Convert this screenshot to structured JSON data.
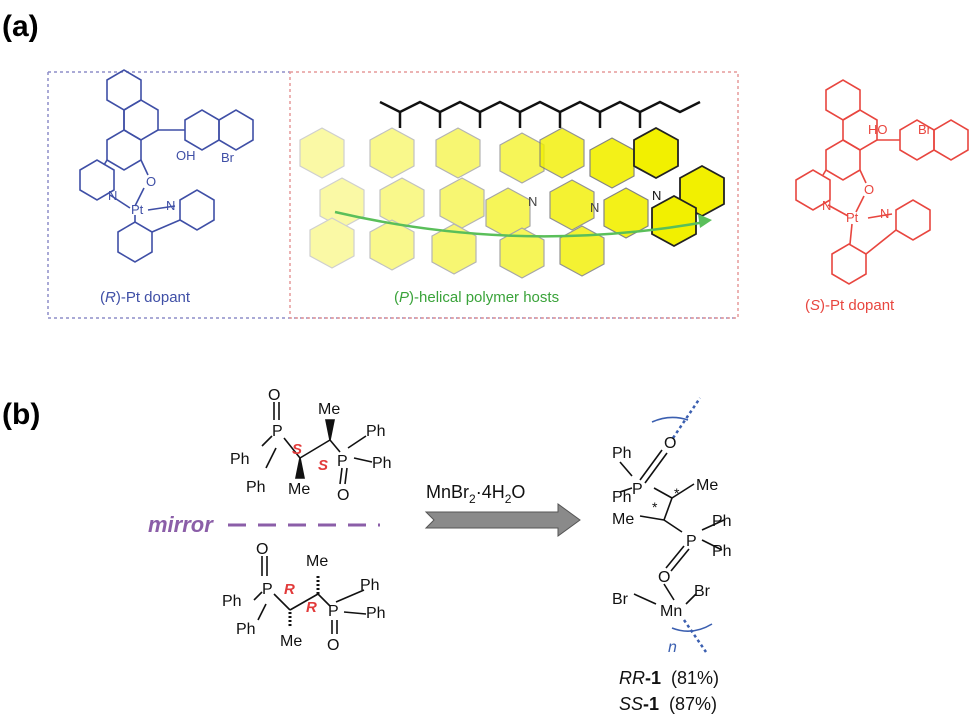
{
  "panel_a": {
    "label": "(a)",
    "left_dopant": {
      "prefix": "(",
      "config": "R",
      "suffix": ")-Pt dopant",
      "atoms": {
        "oh": "OH",
        "br": "Br",
        "o": "O",
        "pt": "Pt",
        "n1": "N",
        "n2": "N"
      }
    },
    "host": {
      "prefix": "(",
      "config": "P",
      "suffix": ")-helical polymer hosts",
      "n_atom": "N"
    },
    "right_dopant": {
      "prefix": "(",
      "config": "S",
      "suffix": ")-Pt dopant",
      "atoms": {
        "ho": "HO",
        "br": "Br",
        "o": "O",
        "pt": "Pt",
        "n1": "N",
        "n2": "N"
      }
    },
    "colors": {
      "left": "#3f4fa6",
      "host_label": "#3aa33a",
      "right": "#e8463f",
      "box_left": "#8d8dc8",
      "box_middle": "#e59a9a",
      "arrow": "#5abf5a",
      "yellow": "#f2f000"
    }
  },
  "panel_b": {
    "label": "(b)",
    "mirror": "mirror",
    "ss_ligand": {
      "me": "Me",
      "ph1": "Ph",
      "ph2": "Ph",
      "ph3": "Ph",
      "ph4": "Ph",
      "me2": "Me",
      "o": "O",
      "p1": "P",
      "p2": "P",
      "s1": "S",
      "s2": "S"
    },
    "rr_ligand": {
      "me": "Me",
      "ph1": "Ph",
      "ph2": "Ph",
      "ph3": "Ph",
      "ph4": "Ph",
      "me2": "Me",
      "o1": "O",
      "o2": "O",
      "p1": "P",
      "p2": "P",
      "r1": "R",
      "r2": "R"
    },
    "reagent": {
      "base": "MnBr",
      "sub": "2",
      "rest": "·4H",
      "sub2": "2",
      "end": "O"
    },
    "product": {
      "ph1": "Ph",
      "ph2": "Ph",
      "ph3": "Ph",
      "ph4": "Ph",
      "me1": "Me",
      "me2": "Me",
      "o1": "O",
      "o2": "O",
      "p1": "P",
      "p2": "P",
      "star1": "*",
      "star2": "*",
      "br1": "Br",
      "br2": "Br",
      "mn": "Mn",
      "n": "n"
    },
    "yields": [
      {
        "name_italic": "RR",
        "name_bold": "-1",
        "value": "(81%)"
      },
      {
        "name_italic": "SS",
        "name_bold": "-1",
        "value": "(87%)"
      }
    ],
    "colors": {
      "mirror": "#8b5ea8",
      "config": "#e23a3a",
      "arrow": "#8a8a8a",
      "bond_dotted": "#3b5fb0"
    }
  }
}
